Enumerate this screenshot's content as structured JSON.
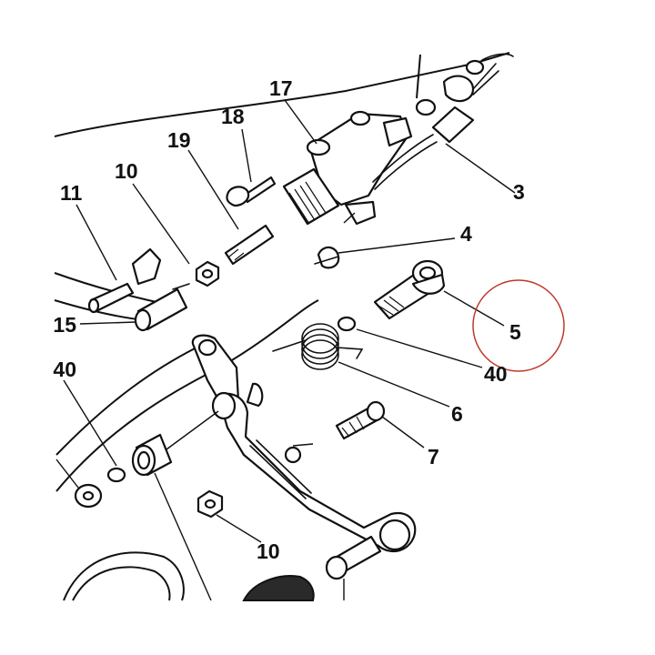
{
  "diagram": {
    "callouts": {
      "c17": "17",
      "c18": "18",
      "c19": "19",
      "c10a": "10",
      "c11": "11",
      "c15": "15",
      "c3": "3",
      "c4": "4",
      "c5": "5",
      "c40a": "40",
      "c6": "6",
      "c7": "7",
      "c40b": "40",
      "c10b": "10"
    },
    "highlight": {
      "color": "#c0392b",
      "target": "5"
    }
  }
}
